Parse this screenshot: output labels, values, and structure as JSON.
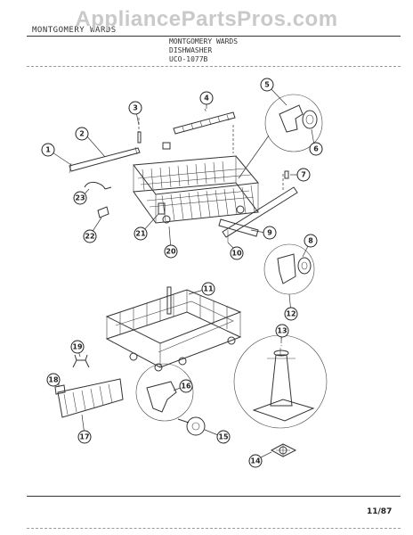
{
  "watermark": "AppliancePartsPros.com",
  "header": {
    "brand": "MONTGOMERY WARDS",
    "lines": [
      "MONTGOMERY WARDS",
      "DISHWASHER",
      "UCO-1077B"
    ]
  },
  "footer": {
    "date": "11/87"
  },
  "callouts": [
    {
      "id": "callout-1",
      "label": "1"
    },
    {
      "id": "callout-2",
      "label": "2"
    },
    {
      "id": "callout-3",
      "label": "3"
    },
    {
      "id": "callout-4",
      "label": "4"
    },
    {
      "id": "callout-5",
      "label": "5"
    },
    {
      "id": "callout-6",
      "label": "6"
    },
    {
      "id": "callout-7",
      "label": "7"
    },
    {
      "id": "callout-8",
      "label": "8"
    },
    {
      "id": "callout-9",
      "label": "9"
    },
    {
      "id": "callout-10",
      "label": "10"
    },
    {
      "id": "callout-11",
      "label": "11"
    },
    {
      "id": "callout-12",
      "label": "12"
    },
    {
      "id": "callout-13",
      "label": "13"
    },
    {
      "id": "callout-14",
      "label": "14"
    },
    {
      "id": "callout-15",
      "label": "15"
    },
    {
      "id": "callout-16",
      "label": "16"
    },
    {
      "id": "callout-17",
      "label": "17"
    },
    {
      "id": "callout-18",
      "label": "18"
    },
    {
      "id": "callout-19",
      "label": "19"
    },
    {
      "id": "callout-20",
      "label": "20"
    },
    {
      "id": "callout-21",
      "label": "21"
    },
    {
      "id": "callout-22",
      "label": "22"
    },
    {
      "id": "callout-23",
      "label": "23"
    }
  ]
}
